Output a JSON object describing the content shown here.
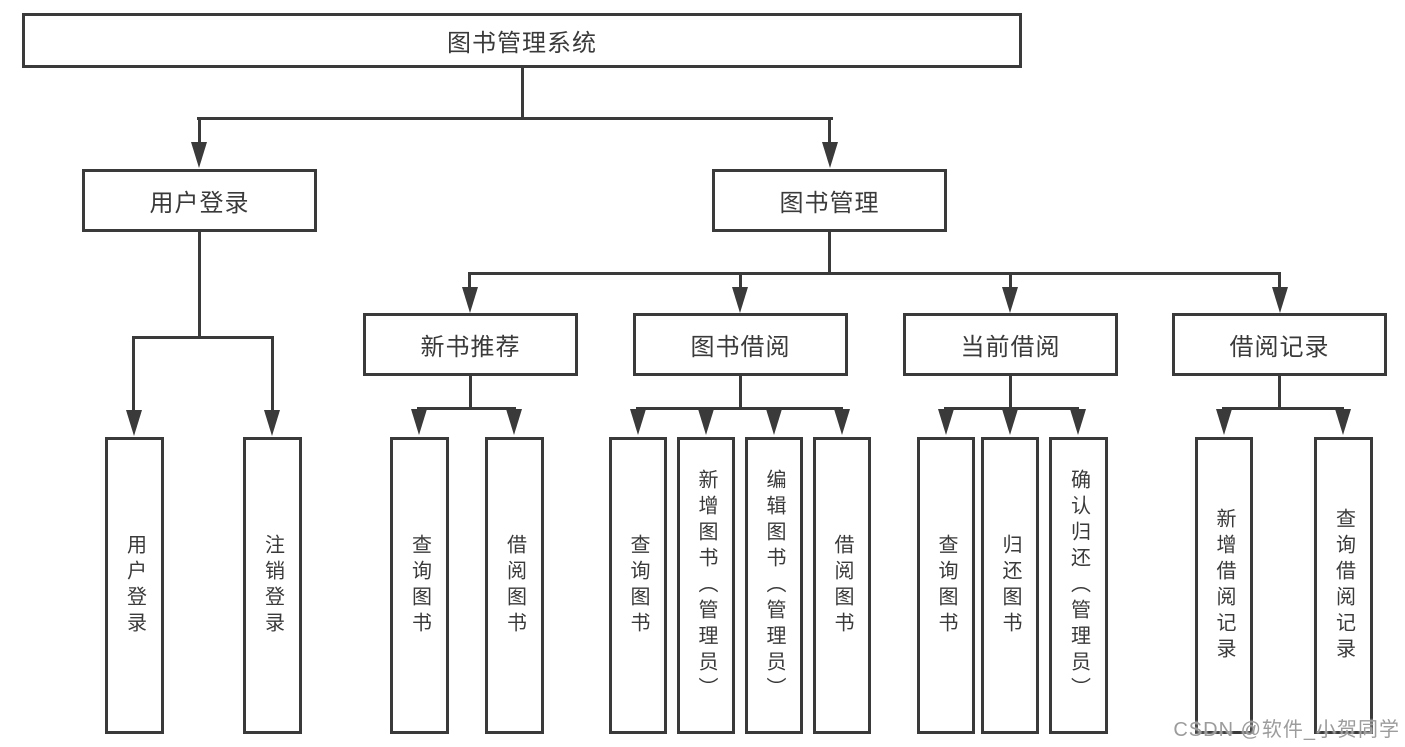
{
  "diagram": {
    "type": "hierarchy-tree",
    "colors": {
      "line": "#3a3a3a",
      "text": "#3a3a3a",
      "box_fill": "#ffffff",
      "watermark_text": "#9c9c9c"
    },
    "root": {
      "label": "图书管理系统"
    },
    "level2": [
      {
        "label": "用户登录"
      },
      {
        "label": "图书管理"
      }
    ],
    "level3": [
      {
        "label": "新书推荐"
      },
      {
        "label": "图书借阅"
      },
      {
        "label": "当前借阅"
      },
      {
        "label": "借阅记录"
      }
    ],
    "leaves": {
      "user_login": [
        {
          "label": "用户登录"
        },
        {
          "label": "注销登录"
        }
      ],
      "new_book": [
        {
          "label": "查询图书"
        },
        {
          "label": "借阅图书"
        }
      ],
      "book_borrow": [
        {
          "label": "查询图书"
        },
        {
          "label": "新增图书（管理员）"
        },
        {
          "label": "编辑图书（管理员）"
        },
        {
          "label": "借阅图书"
        }
      ],
      "current_borrow": [
        {
          "label": "查询图书"
        },
        {
          "label": "归还图书"
        },
        {
          "label": "确认归还（管理员）"
        }
      ],
      "borrow_record": [
        {
          "label": "新增借阅记录"
        },
        {
          "label": "查询借阅记录"
        }
      ]
    },
    "watermark": "CSDN @软件_小贺同学"
  }
}
